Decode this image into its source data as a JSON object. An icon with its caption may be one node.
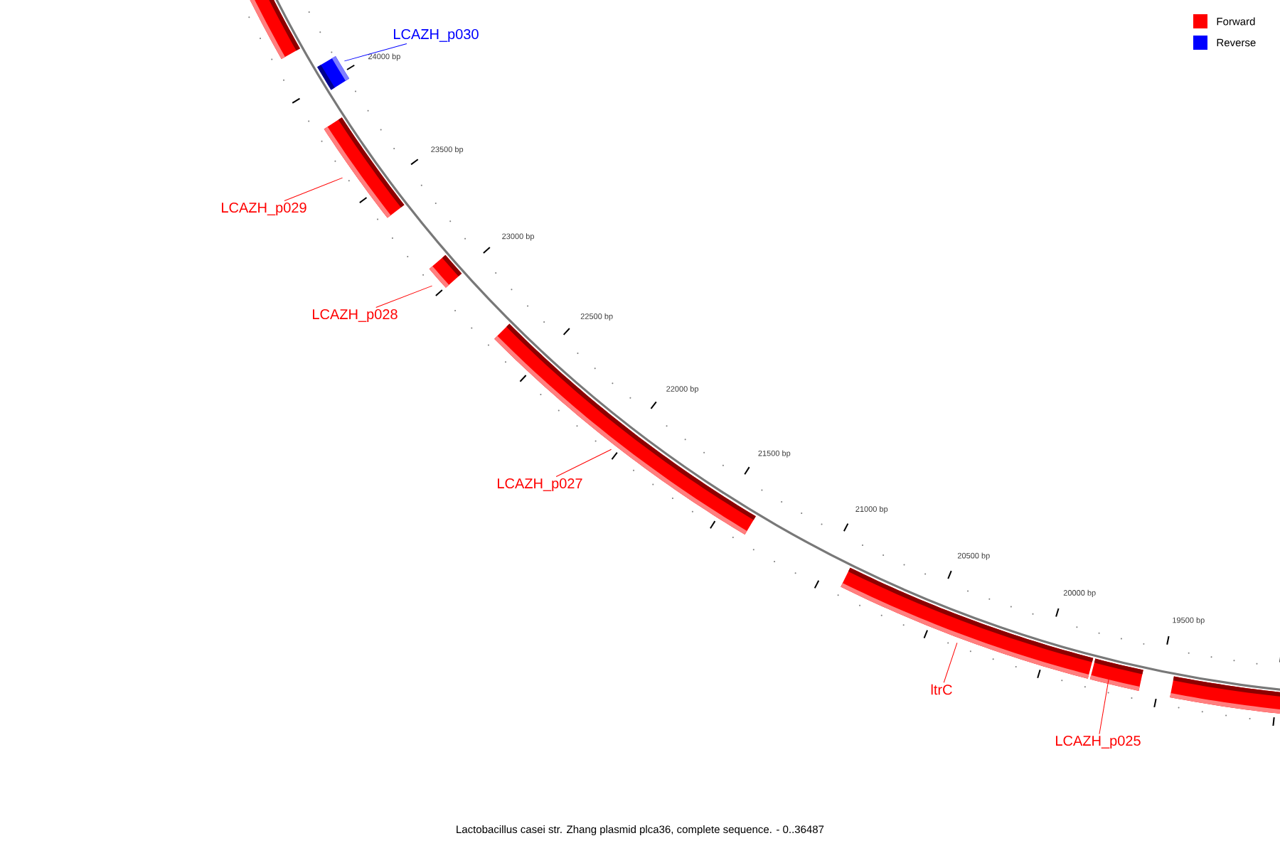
{
  "diagram": {
    "caption": "Lactobacillus casei str. Zhang plasmid plca36, complete sequence. - 0..36487",
    "nodes": [
      {
        "text": [],
        "shape": "bar"
      },
      {
        "text": [
          "LCAZH_p030"
        ]
      },
      {
        "text": [],
        "shape": "bar"
      },
      {
        "text": [],
        "shape": "bar"
      },
      {
        "text": [
          "LCAZH_p029"
        ]
      },
      {
        "text": [],
        "shape": "bar"
      },
      {
        "text": [
          "LCAZH_p028"
        ]
      },
      {
        "text": [],
        "shape": "bar"
      },
      {
        "text": [
          "LCAZH_p027"
        ]
      },
      {
        "text": [],
        "shape": "bar"
      },
      {
        "text": [
          "ltrC"
        ]
      },
      {
        "text": [],
        "shape": "bar"
      },
      {
        "text": [
          "LCAZH_p025"
        ]
      },
      {
        "text": [],
        "shape": "bar"
      }
    ],
    "edges": [
      {
        "from": 1,
        "to": 2,
        "arrow": "none",
        "color": "#0000ff"
      },
      {
        "from": 4,
        "to": 3,
        "arrow": "none"
      },
      {
        "from": 6,
        "to": 5,
        "arrow": "none"
      },
      {
        "from": 8,
        "to": 7,
        "arrow": "none"
      },
      {
        "from": 10,
        "to": 9,
        "arrow": "none"
      },
      {
        "from": 12,
        "to": 11,
        "arrow": "none"
      }
    ],
    "labels": [
      "24000 bp",
      "23500 bp",
      "23000 bp",
      "22500 bp",
      "22000 bp",
      "21500 bp",
      "21000 bp",
      "20500 bp",
      "20000 bp",
      "19500 bp"
    ],
    "legend": [
      {
        "text": "Forward",
        "color": "#ff0000"
      },
      {
        "text": "Reverse",
        "color": "#0000ff"
      }
    ]
  }
}
